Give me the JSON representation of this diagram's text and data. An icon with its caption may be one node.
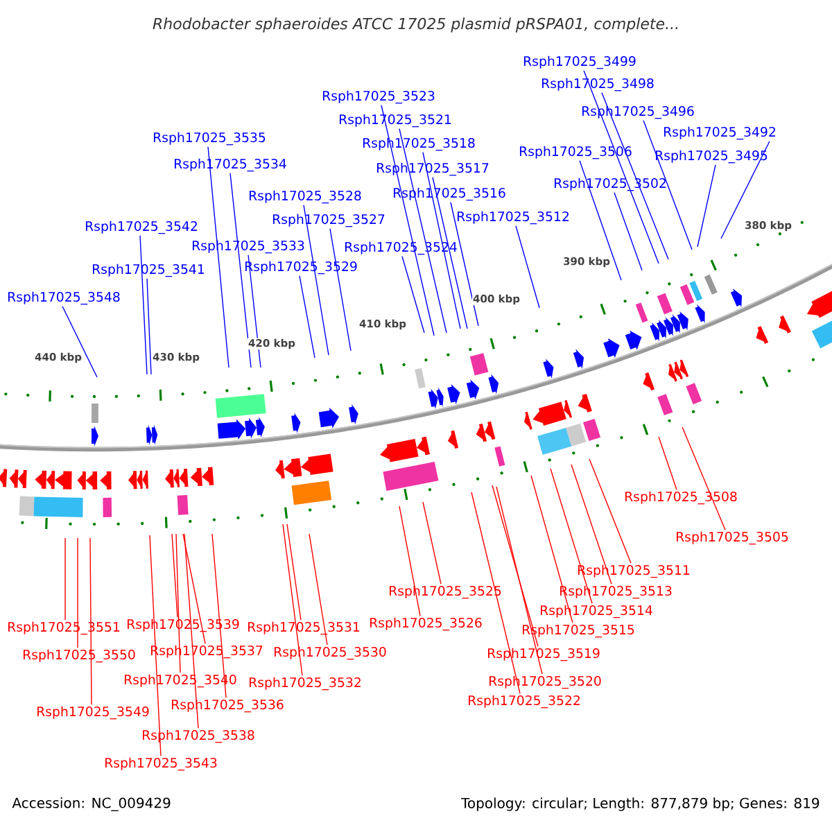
{
  "diagram": {
    "title": "Rhodobacter sphaeroides ATCC 17025 plasmid pRSPA01, complete...",
    "nodes": [
      {
        "text": [
          "Rsph17025_3499"
        ]
      },
      {
        "text": [
          "Rsph17025_3498"
        ]
      },
      {
        "text": [
          "Rsph17025_3523"
        ]
      },
      {
        "text": [
          "Rsph17025_3496"
        ]
      },
      {
        "text": [
          "Rsph17025_3521"
        ]
      },
      {
        "text": [
          "Rsph17025_3492"
        ]
      },
      {
        "text": [
          "Rsph17025_3518"
        ]
      },
      {
        "text": [
          "Rsph17025_3535"
        ]
      },
      {
        "text": [
          "Rsph17025_3495"
        ]
      },
      {
        "text": [
          "Rsph17025_3506"
        ]
      },
      {
        "text": [
          "Rsph17025_3517"
        ]
      },
      {
        "text": [
          "Rsph17025_3534"
        ]
      },
      {
        "text": [
          "Rsph17025_3502"
        ]
      },
      {
        "text": [
          "Rsph17025_3516"
        ]
      },
      {
        "text": [
          "Rsph17025_3528"
        ]
      },
      {
        "text": [
          "Rsph17025_3512"
        ]
      },
      {
        "text": [
          "Rsph17025_3527"
        ]
      },
      {
        "text": [
          "Rsph17025_3542"
        ]
      },
      {
        "text": [
          "Rsph17025_3533"
        ]
      },
      {
        "text": [
          "Rsph17025_3524"
        ]
      },
      {
        "text": [
          "Rsph17025_3529"
        ]
      },
      {
        "text": [
          "Rsph17025_3541"
        ]
      },
      {
        "text": [
          "Rsph17025_3548"
        ]
      },
      {
        "text": [
          "Rsph17025_3508"
        ]
      },
      {
        "text": [
          "Rsph17025_3505"
        ]
      },
      {
        "text": [
          "Rsph17025_3511"
        ]
      },
      {
        "text": [
          "Rsph17025_3513"
        ]
      },
      {
        "text": [
          "Rsph17025_3514"
        ]
      },
      {
        "text": [
          "Rsph17025_3525"
        ]
      },
      {
        "text": [
          "Rsph17025_3539"
        ]
      },
      {
        "text": [
          "Rsph17025_3551"
        ]
      },
      {
        "text": [
          "Rsph17025_3531"
        ]
      },
      {
        "text": [
          "Rsph17025_3526"
        ]
      },
      {
        "text": [
          "Rsph17025_3515"
        ]
      },
      {
        "text": [
          "Rsph17025_3537"
        ]
      },
      {
        "text": [
          "Rsph17025_3550"
        ]
      },
      {
        "text": [
          "Rsph17025_3530"
        ]
      },
      {
        "text": [
          "Rsph17025_3519"
        ]
      },
      {
        "text": [
          "Rsph17025_3540"
        ]
      },
      {
        "text": [
          "Rsph17025_3520"
        ]
      },
      {
        "text": [
          "Rsph17025_3532"
        ]
      },
      {
        "text": [
          "Rsph17025_3522"
        ]
      },
      {
        "text": [
          "Rsph17025_3536"
        ]
      },
      {
        "text": [
          "Rsph17025_3549"
        ]
      },
      {
        "text": [
          "Rsph17025_3538"
        ]
      },
      {
        "text": [
          "Rsph17025_3543"
        ]
      }
    ],
    "edges": [
      {
        "from": 0,
        "to": null,
        "arrow": "none",
        "color": "#0000ff"
      },
      {
        "from": 1,
        "to": null,
        "arrow": "none",
        "color": "#0000ff"
      },
      {
        "from": 2,
        "to": null,
        "arrow": "none",
        "color": "#0000ff"
      },
      {
        "from": 3,
        "to": null,
        "arrow": "none",
        "color": "#0000ff"
      },
      {
        "from": 4,
        "to": null,
        "arrow": "none",
        "color": "#0000ff"
      },
      {
        "from": 5,
        "to": null,
        "arrow": "none",
        "color": "#0000ff"
      },
      {
        "from": 6,
        "to": null,
        "arrow": "none",
        "color": "#0000ff"
      },
      {
        "from": 7,
        "to": null,
        "arrow": "none",
        "color": "#0000ff"
      },
      {
        "from": 8,
        "to": null,
        "arrow": "none",
        "color": "#0000ff"
      },
      {
        "from": 9,
        "to": null,
        "arrow": "none",
        "color": "#0000ff"
      },
      {
        "from": 10,
        "to": null,
        "arrow": "none",
        "color": "#0000ff"
      },
      {
        "from": 11,
        "to": null,
        "arrow": "none",
        "color": "#0000ff"
      },
      {
        "from": 12,
        "to": null,
        "arrow": "none",
        "color": "#0000ff"
      },
      {
        "from": 13,
        "to": null,
        "arrow": "none",
        "color": "#0000ff"
      },
      {
        "from": 14,
        "to": null,
        "arrow": "none",
        "color": "#0000ff"
      },
      {
        "from": 15,
        "to": null,
        "arrow": "none",
        "color": "#0000ff"
      },
      {
        "from": 16,
        "to": null,
        "arrow": "none",
        "color": "#0000ff"
      },
      {
        "from": 17,
        "to": null,
        "arrow": "none",
        "color": "#0000ff"
      },
      {
        "from": 18,
        "to": null,
        "arrow": "none",
        "color": "#0000ff"
      },
      {
        "from": 19,
        "to": null,
        "arrow": "none",
        "color": "#0000ff"
      },
      {
        "from": 20,
        "to": null,
        "arrow": "none",
        "color": "#0000ff"
      },
      {
        "from": 21,
        "to": null,
        "arrow": "none",
        "color": "#0000ff"
      },
      {
        "from": 22,
        "to": null,
        "arrow": "none",
        "color": "#0000ff"
      },
      {
        "from": 23,
        "to": null,
        "arrow": "none",
        "color": "#ff0000"
      },
      {
        "from": 24,
        "to": null,
        "arrow": "none",
        "color": "#ff0000"
      },
      {
        "from": 25,
        "to": null,
        "arrow": "none",
        "color": "#ff0000"
      },
      {
        "from": 26,
        "to": null,
        "arrow": "none",
        "color": "#ff0000"
      },
      {
        "from": 27,
        "to": null,
        "arrow": "none",
        "color": "#ff0000"
      },
      {
        "from": 28,
        "to": null,
        "arrow": "none",
        "color": "#ff0000"
      },
      {
        "from": 29,
        "to": null,
        "arrow": "none",
        "color": "#ff0000"
      },
      {
        "from": 30,
        "to": null,
        "arrow": "none",
        "color": "#ff0000"
      },
      {
        "from": 31,
        "to": null,
        "arrow": "none",
        "color": "#ff0000"
      },
      {
        "from": 32,
        "to": null,
        "arrow": "none",
        "color": "#ff0000"
      },
      {
        "from": 33,
        "to": null,
        "arrow": "none",
        "color": "#ff0000"
      },
      {
        "from": 34,
        "to": null,
        "arrow": "none",
        "color": "#ff0000"
      },
      {
        "from": 35,
        "to": null,
        "arrow": "none",
        "color": "#ff0000"
      },
      {
        "from": 36,
        "to": null,
        "arrow": "none",
        "color": "#ff0000"
      },
      {
        "from": 37,
        "to": null,
        "arrow": "none",
        "color": "#ff0000"
      },
      {
        "from": 38,
        "to": null,
        "arrow": "none",
        "color": "#ff0000"
      },
      {
        "from": 39,
        "to": null,
        "arrow": "none",
        "color": "#ff0000"
      },
      {
        "from": 40,
        "to": null,
        "arrow": "none",
        "color": "#ff0000"
      },
      {
        "from": 41,
        "to": null,
        "arrow": "none",
        "color": "#ff0000"
      },
      {
        "from": 42,
        "to": null,
        "arrow": "none",
        "color": "#ff0000"
      },
      {
        "from": 43,
        "to": null,
        "arrow": "none",
        "color": "#ff0000"
      },
      {
        "from": 44,
        "to": null,
        "arrow": "none",
        "color": "#ff0000"
      },
      {
        "from": 45,
        "to": null,
        "arrow": "none",
        "color": "#ff0000"
      }
    ],
    "labels": [
      "380 kbp",
      "390 kbp",
      "400 kbp",
      "410 kbp",
      "420 kbp",
      "430 kbp",
      "440 kbp",
      "Accession: NC_009429",
      "Topology: circular; Length: 877,879 bp; Genes: 819"
    ]
  }
}
